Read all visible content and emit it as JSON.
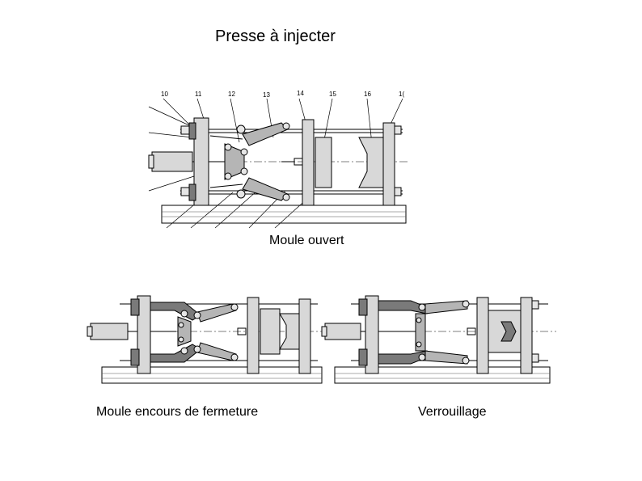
{
  "title": "Presse à injecter",
  "captions": {
    "open": "Moule ouvert",
    "closing": "Moule encours de fermeture",
    "locking": "Verrouillage"
  },
  "part_numbers": [
    "10",
    "11",
    "12",
    "13",
    "14",
    "15",
    "16",
    "1("
  ],
  "colors": {
    "line": "#000000",
    "plate_fill": "#d8d8d8",
    "link_fill": "#7a7a7a",
    "background": "#ffffff"
  }
}
